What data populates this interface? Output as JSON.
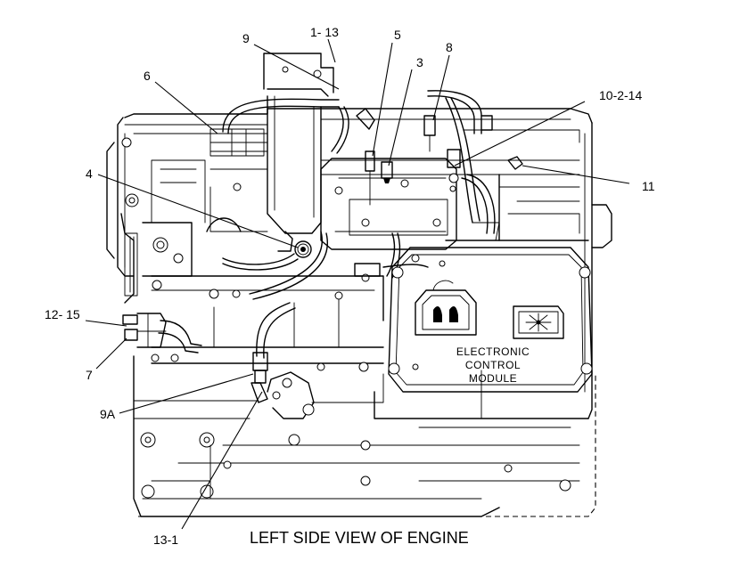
{
  "diagram": {
    "title": "LEFT SIDE VIEW OF ENGINE",
    "module_label": [
      "ELECTRONIC",
      "CONTROL",
      "MODULE"
    ],
    "callouts": {
      "c9": "9",
      "c1_13": "1- 13",
      "c5": "5",
      "c8": "8",
      "c3": "3",
      "c6": "6",
      "c10_2_14": "10-2-14",
      "c11": "11",
      "c4": "4",
      "c12_15": "12- 15",
      "c7": "7",
      "c9a": "9A",
      "c13_1": "13-1"
    }
  }
}
